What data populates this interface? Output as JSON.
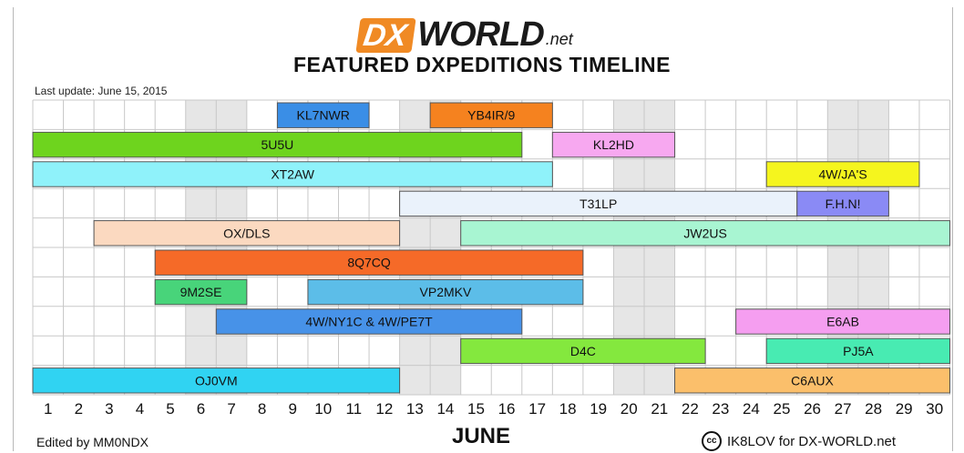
{
  "header": {
    "logo_dx": "DX",
    "logo_world": "WORLD",
    "logo_net": ".net",
    "title": "FEATURED DXPEDITIONS TIMELINE",
    "last_update": "Last update: June 15, 2015"
  },
  "footer": {
    "edited_by": "Edited by MM0NDX",
    "month": "JUNE",
    "credit_icon": "cc",
    "credit": "IK8LOV for DX-WORLD.net"
  },
  "colors": {
    "weekend_shade": "#e6e6e6",
    "grid_line": "#c8c8c8"
  },
  "chart_data": {
    "type": "gantt-timeline",
    "title": "FEATURED DXPEDITIONS TIMELINE",
    "x_axis": {
      "label": "JUNE",
      "ticks": [
        1,
        2,
        3,
        4,
        5,
        6,
        7,
        8,
        9,
        10,
        11,
        12,
        13,
        14,
        15,
        16,
        17,
        18,
        19,
        20,
        21,
        22,
        23,
        24,
        25,
        26,
        27,
        28,
        29,
        30
      ]
    },
    "shaded_days": [
      6,
      7,
      13,
      14,
      20,
      21,
      27,
      28
    ],
    "rows": 10,
    "bars": [
      {
        "label": "KL7NWR",
        "row": 0,
        "start": 9,
        "end": 11,
        "color": "#3a8ee6"
      },
      {
        "label": "YB4IR/9",
        "row": 0,
        "start": 14,
        "end": 17,
        "color": "#f5821f"
      },
      {
        "label": "5U5U",
        "row": 1,
        "start": 1,
        "end": 16,
        "color": "#6ed41e"
      },
      {
        "label": "KL2HD",
        "row": 1,
        "start": 18,
        "end": 21,
        "color": "#f7a8f0"
      },
      {
        "label": "XT2AW",
        "row": 2,
        "start": 1,
        "end": 17,
        "color": "#8ff2fa"
      },
      {
        "label": "4W/JA'S",
        "row": 2,
        "start": 25,
        "end": 29,
        "color": "#f5f51e"
      },
      {
        "label": "T31LP",
        "row": 3,
        "start": 13,
        "end": 25,
        "color": "#eaf2fb"
      },
      {
        "label": "F.H.N!",
        "row": 3,
        "start": 26,
        "end": 28,
        "color": "#8a8af5"
      },
      {
        "label": "OX/DLS",
        "row": 4,
        "start": 3,
        "end": 12,
        "color": "#fbd9c0"
      },
      {
        "label": "JW2US",
        "row": 4,
        "start": 15,
        "end": 30,
        "color": "#a8f5d2"
      },
      {
        "label": "8Q7CQ",
        "row": 5,
        "start": 5,
        "end": 18,
        "color": "#f56a28"
      },
      {
        "label": "9M2SE",
        "row": 6,
        "start": 5,
        "end": 7,
        "color": "#48d47a"
      },
      {
        "label": "VP2MKV",
        "row": 6,
        "start": 10,
        "end": 18,
        "color": "#5cbde8"
      },
      {
        "label": "4W/NY1C & 4W/PE7T",
        "row": 7,
        "start": 7,
        "end": 16,
        "color": "#4792e8"
      },
      {
        "label": "E6AB",
        "row": 7,
        "start": 24,
        "end": 30,
        "color": "#f59ef0"
      },
      {
        "label": "D4C",
        "row": 8,
        "start": 15,
        "end": 22,
        "color": "#84e83e"
      },
      {
        "label": "PJ5A",
        "row": 8,
        "start": 25,
        "end": 30,
        "color": "#48ebb2"
      },
      {
        "label": "OJ0VM",
        "row": 9,
        "start": 1,
        "end": 12,
        "color": "#30d3f2"
      },
      {
        "label": "C6AUX",
        "row": 9,
        "start": 22,
        "end": 30,
        "color": "#fbbf6b"
      }
    ]
  }
}
